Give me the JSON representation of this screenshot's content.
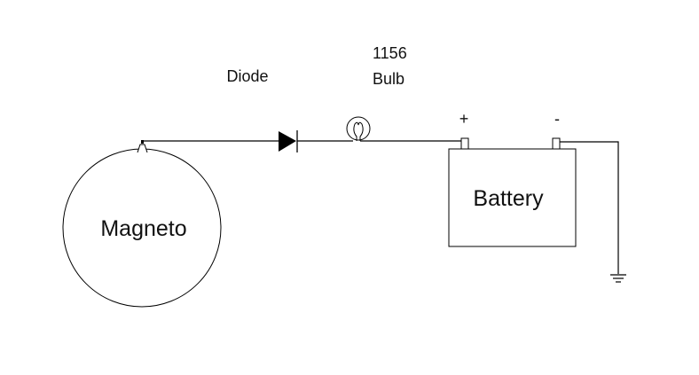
{
  "diagram": {
    "type": "wiring-schematic",
    "components": {
      "magneto": {
        "label": "Magneto"
      },
      "diode": {
        "label": "Diode"
      },
      "bulb": {
        "label_line1": "1156",
        "label_line2": "Bulb"
      },
      "battery": {
        "label": "Battery",
        "positive_label": "+",
        "negative_label": "-"
      },
      "ground": {
        "label": ""
      }
    },
    "connections": [
      [
        "magneto.terminal",
        "diode.anode"
      ],
      [
        "diode.cathode",
        "bulb.in"
      ],
      [
        "bulb.out",
        "battery.positive"
      ],
      [
        "battery.negative",
        "ground"
      ]
    ],
    "colors": {
      "line": "#000000",
      "background": "#ffffff",
      "text": "#111111"
    }
  }
}
